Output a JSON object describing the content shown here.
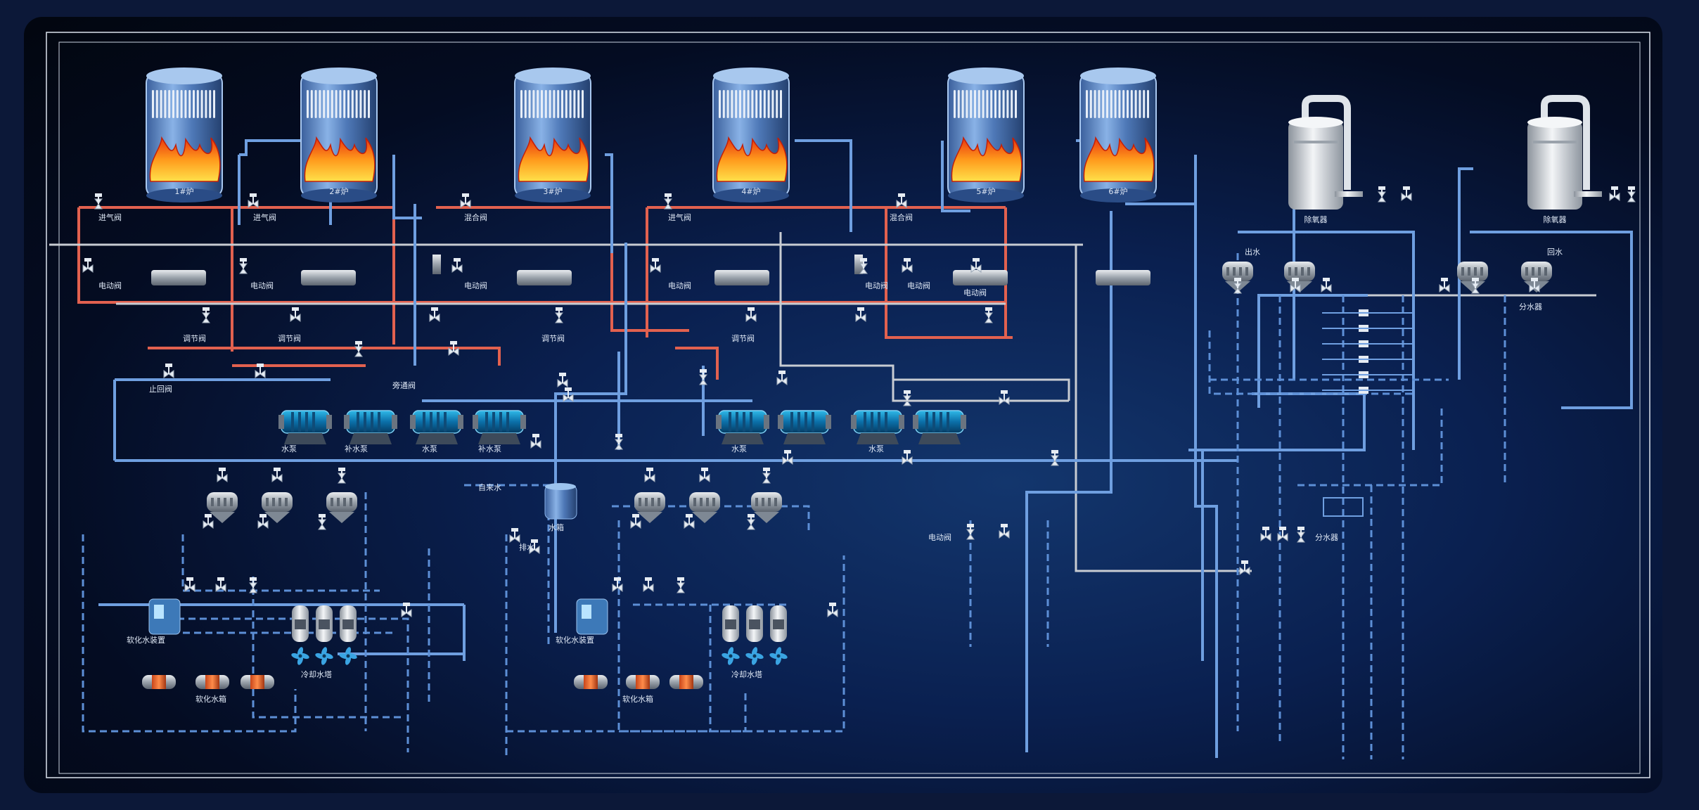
{
  "title": "",
  "colors": {
    "hot_pipe": "#e2614f",
    "cold_pipe": "#6f9fe0",
    "grey_pipe": "#c8ccd2",
    "frame": "#0c1838"
  },
  "boilers": [
    {
      "id": "b1",
      "label": "1#炉"
    },
    {
      "id": "b2",
      "label": "2#炉"
    },
    {
      "id": "b3",
      "label": "3#炉"
    },
    {
      "id": "b4",
      "label": "4#炉"
    },
    {
      "id": "b5",
      "label": "5#炉"
    },
    {
      "id": "b6",
      "label": "6#炉"
    }
  ],
  "deaerators": [
    {
      "id": "d1",
      "label": "除氧器"
    },
    {
      "id": "d2",
      "label": "除氧器"
    }
  ],
  "labels": {
    "supply_valve_a": "进气阀",
    "supply_valve_b": "进气阀",
    "mixing_valve_a": "混合阀",
    "supply_valve_c": "进气阀",
    "mixing_valve_b": "混合阀",
    "elec_valve_1": "电动阀",
    "elec_valve_2": "电动阀",
    "elec_valve_3": "电动阀",
    "elec_valve_4": "电动阀",
    "elec_valve_5": "电动阀",
    "elec_valve_6": "电动阀",
    "elec_valve_7": "电动阀",
    "elec_valve_8": "电动阀",
    "reg_valve_1": "调节阀",
    "reg_valve_2": "调节阀",
    "reg_valve_3": "调节阀",
    "reg_valve_4": "调节阀",
    "pump_1": "水泵",
    "pump_2": "补水泵",
    "pump_3": "水泵",
    "pump_4": "补水泵",
    "pump_5": "水泵",
    "pump_6": "水泵",
    "softener_1": "软化水装置",
    "softener_2": "软化水装置",
    "tank_1": "软化水箱",
    "tank_2": "软化水箱",
    "cooling_1": "冷却水塔",
    "cooling_2": "冷却水塔",
    "water_tank": "水箱",
    "tap_water": "自来水",
    "drain": "排水",
    "check_valve": "止回阀",
    "bypass_valve": "旁通阀",
    "dist_1": "分水器",
    "dist_2": "分水器",
    "outlet_1": "出水",
    "outlet_2": "回水"
  }
}
